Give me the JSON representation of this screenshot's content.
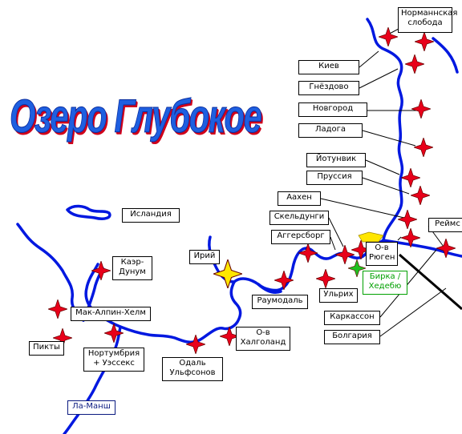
{
  "title": "Озеро Глубокое",
  "labels": {
    "normannskaya": "Норманнская\nслобода",
    "kiev": "Киев",
    "gnezdovo": "Гнёздово",
    "novgorod": "Новгород",
    "ladoga": "Ладога",
    "iotunvik": "Йотунвик",
    "prussia": "Пруссия",
    "aachen": "Аахен",
    "skelduingi": "Скельдунги",
    "aggersborg": "Аггерсборг",
    "reims": "Реймс",
    "rugen": "О-в\nРюген",
    "birka": "Бирка /\nХедебю",
    "ulrih": "Ульрих",
    "iceland": "Исландия",
    "irii": "Ирий",
    "kaer_dunum": "Каэр-\nДунум",
    "raumodal": "Раумодаль",
    "mac_alpin": "Мак-Алпин-Хелм",
    "picts": "Пикты",
    "northumbria": "Нортумбрия\n+ Уэссекс",
    "halogaland": "О-в\nХалголанд",
    "odal": "Одаль\nУльфсонов",
    "carcassonne": "Каркассон",
    "bulgaria": "Болгария",
    "la_manche": "Ла-Манш"
  },
  "colors": {
    "river": "#0018e0",
    "marker_red": "#e8001a",
    "marker_yellow": "#ffe600",
    "marker_green": "#20c020",
    "title_blue": "#1e5fe0",
    "title_shadow": "#d0001a"
  }
}
